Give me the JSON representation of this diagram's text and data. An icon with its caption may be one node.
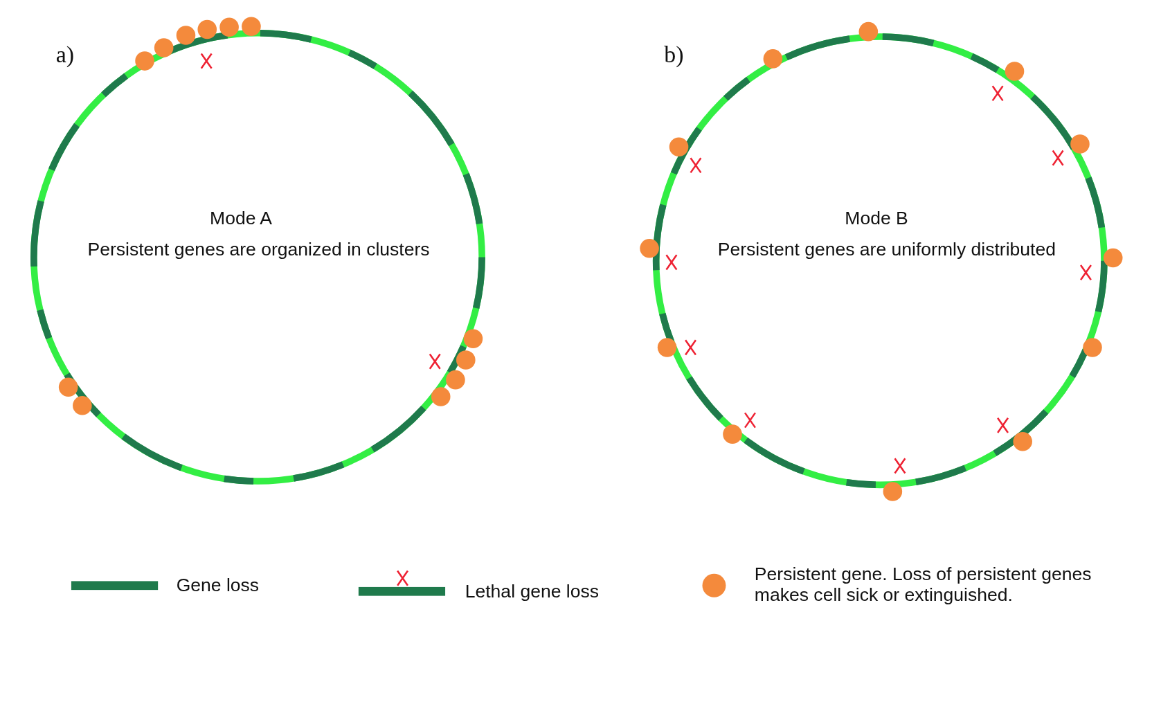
{
  "diagram": {
    "labels": [
      "a)",
      "Mode A",
      "Persistent genes are organized in clusters",
      "b)",
      "Mode B",
      "Persistent genes are uniformly distributed"
    ],
    "legend": [
      {
        "text": "Gene loss"
      },
      {
        "text": "Lethal gene loss"
      },
      {
        "text": "Persistent gene. Loss of persistent genes makes cell sick or extinguished."
      }
    ]
  }
}
